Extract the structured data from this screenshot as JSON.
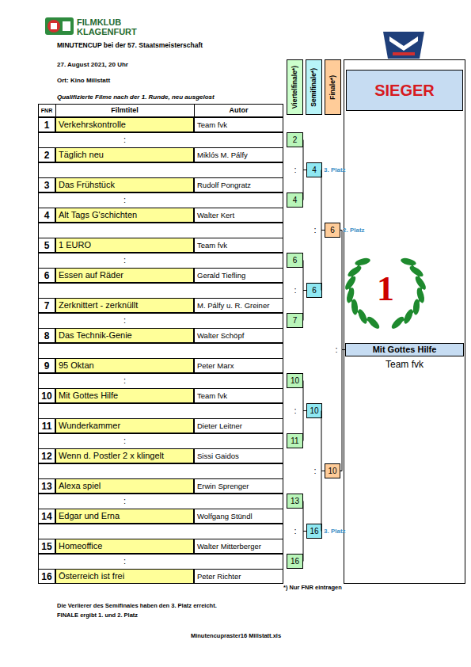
{
  "diagram": {
    "title": "MINUTENCUP bei der 57. Staatsmeisterschaft",
    "nodes": [
      {
        "text": [
          "SIEGER"
        ]
      },
      {
        "text": [
          "Viertelfinale*)"
        ]
      },
      {
        "text": [
          "Semifinale*)"
        ]
      },
      {
        "text": [
          "Finale*)"
        ]
      },
      {
        "text": [
          "1"
        ]
      },
      {
        "text": [
          "Verkehrskontrolle"
        ]
      },
      {
        "text": [
          "Team fvk"
        ]
      },
      {
        "text": [
          "2"
        ]
      },
      {
        "text": [
          "Täglich neu"
        ]
      },
      {
        "text": [
          "Miklós M. Pálfy"
        ]
      },
      {
        "text": [
          "3"
        ]
      },
      {
        "text": [
          "Das Frühstück"
        ]
      },
      {
        "text": [
          "Rudolf Pongratz"
        ]
      },
      {
        "text": [
          "4"
        ]
      },
      {
        "text": [
          "Alt Tags G'schichten"
        ]
      },
      {
        "text": [
          "Walter Kert"
        ]
      },
      {
        "text": [
          "5"
        ]
      },
      {
        "text": [
          "1 EURO"
        ]
      },
      {
        "text": [
          "Team fvk"
        ]
      },
      {
        "text": [
          "6"
        ]
      },
      {
        "text": [
          "Essen auf Räder"
        ]
      },
      {
        "text": [
          "Gerald Tiefling"
        ]
      },
      {
        "text": [
          "7"
        ]
      },
      {
        "text": [
          "Zerknittert - zerknüllt"
        ]
      },
      {
        "text": [
          "M. Pálfy u. R. Greiner"
        ]
      },
      {
        "text": [
          "8"
        ]
      },
      {
        "text": [
          "Das Technik-Genie"
        ]
      },
      {
        "text": [
          "Walter Schöpf"
        ]
      },
      {
        "text": [
          "9"
        ]
      },
      {
        "text": [
          "95 Oktan"
        ]
      },
      {
        "text": [
          "Peter Marx"
        ]
      },
      {
        "text": [
          "10"
        ]
      },
      {
        "text": [
          "Mit Gottes Hilfe"
        ]
      },
      {
        "text": [
          "Team fvk"
        ]
      },
      {
        "text": [
          "11"
        ]
      },
      {
        "text": [
          "Wunderkammer"
        ]
      },
      {
        "text": [
          "Dieter Leitner"
        ]
      },
      {
        "text": [
          "12"
        ]
      },
      {
        "text": [
          "Wenn d. Postler 2 x klingelt"
        ]
      },
      {
        "text": [
          "Sissi Gaidos"
        ]
      },
      {
        "text": [
          "13"
        ]
      },
      {
        "text": [
          "Alexa spiel"
        ]
      },
      {
        "text": [
          "Erwin Sprenger"
        ]
      },
      {
        "text": [
          "14"
        ]
      },
      {
        "text": [
          "Edgar und Erna"
        ]
      },
      {
        "text": [
          "Wolfgang Stündl"
        ]
      },
      {
        "text": [
          "15"
        ]
      },
      {
        "text": [
          "Homeoffice"
        ]
      },
      {
        "text": [
          "Walter Mitterberger"
        ]
      },
      {
        "text": [
          "16"
        ]
      },
      {
        "text": [
          "Österreich ist frei"
        ]
      },
      {
        "text": [
          "Peter Richter"
        ]
      },
      {
        "text": [
          "2"
        ]
      },
      {
        "text": [
          "4"
        ]
      },
      {
        "text": [
          "6"
        ]
      },
      {
        "text": [
          "7"
        ]
      },
      {
        "text": [
          "10"
        ]
      },
      {
        "text": [
          "11"
        ]
      },
      {
        "text": [
          "13"
        ]
      },
      {
        "text": [
          "16"
        ]
      },
      {
        "text": [
          "4"
        ]
      },
      {
        "text": [
          "6"
        ]
      },
      {
        "text": [
          "10"
        ]
      },
      {
        "text": [
          "16"
        ]
      },
      {
        "text": [
          "6"
        ]
      },
      {
        "text": [
          "10"
        ]
      },
      {
        "text": [
          "Mit Gottes Hilfe",
          "Team fvk"
        ]
      }
    ],
    "edges": [
      {
        "from": 52,
        "to": 60,
        "arrow": "none"
      },
      {
        "from": 53,
        "to": 60,
        "arrow": "none"
      },
      {
        "from": 54,
        "to": 61,
        "arrow": "none"
      },
      {
        "from": 55,
        "to": 61,
        "arrow": "none"
      },
      {
        "from": 56,
        "to": 62,
        "arrow": "none"
      },
      {
        "from": 57,
        "to": 62,
        "arrow": "none"
      },
      {
        "from": 58,
        "to": 63,
        "arrow": "none"
      },
      {
        "from": 59,
        "to": 63,
        "arrow": "none"
      },
      {
        "from": 60,
        "to": 64,
        "arrow": "none"
      },
      {
        "from": 61,
        "to": 64,
        "arrow": "none"
      },
      {
        "from": 62,
        "to": 65,
        "arrow": "none"
      },
      {
        "from": 63,
        "to": 65,
        "arrow": "none"
      },
      {
        "from": 64,
        "to": 66,
        "arrow": "none"
      },
      {
        "from": 65,
        "to": 66,
        "arrow": "none"
      }
    ],
    "labels": [
      "FILMKLUB",
      "KLAGENFURT",
      "27. August 2021, 20 Uhr",
      "Ort: Kino Millstatt",
      "Qualifizierte Filme nach der 1. Runde, neu ausgelost",
      "FNR",
      "Filmtitel",
      "Autor",
      ":",
      ":",
      ":",
      ":",
      ":",
      ":",
      ":",
      ":",
      ":",
      ":",
      ":",
      ":",
      ":",
      ":",
      ":",
      "3. Platz",
      "2. Platz",
      "3. Platz",
      "1",
      "*) Nur FNR eintragen",
      "Die Verlierer des Semifinales haben den 3. Platz erreicht.",
      "FINALE ergibt 1. und 2. Platz",
      "Minutencupraster16 Millstatt.xls"
    ]
  }
}
